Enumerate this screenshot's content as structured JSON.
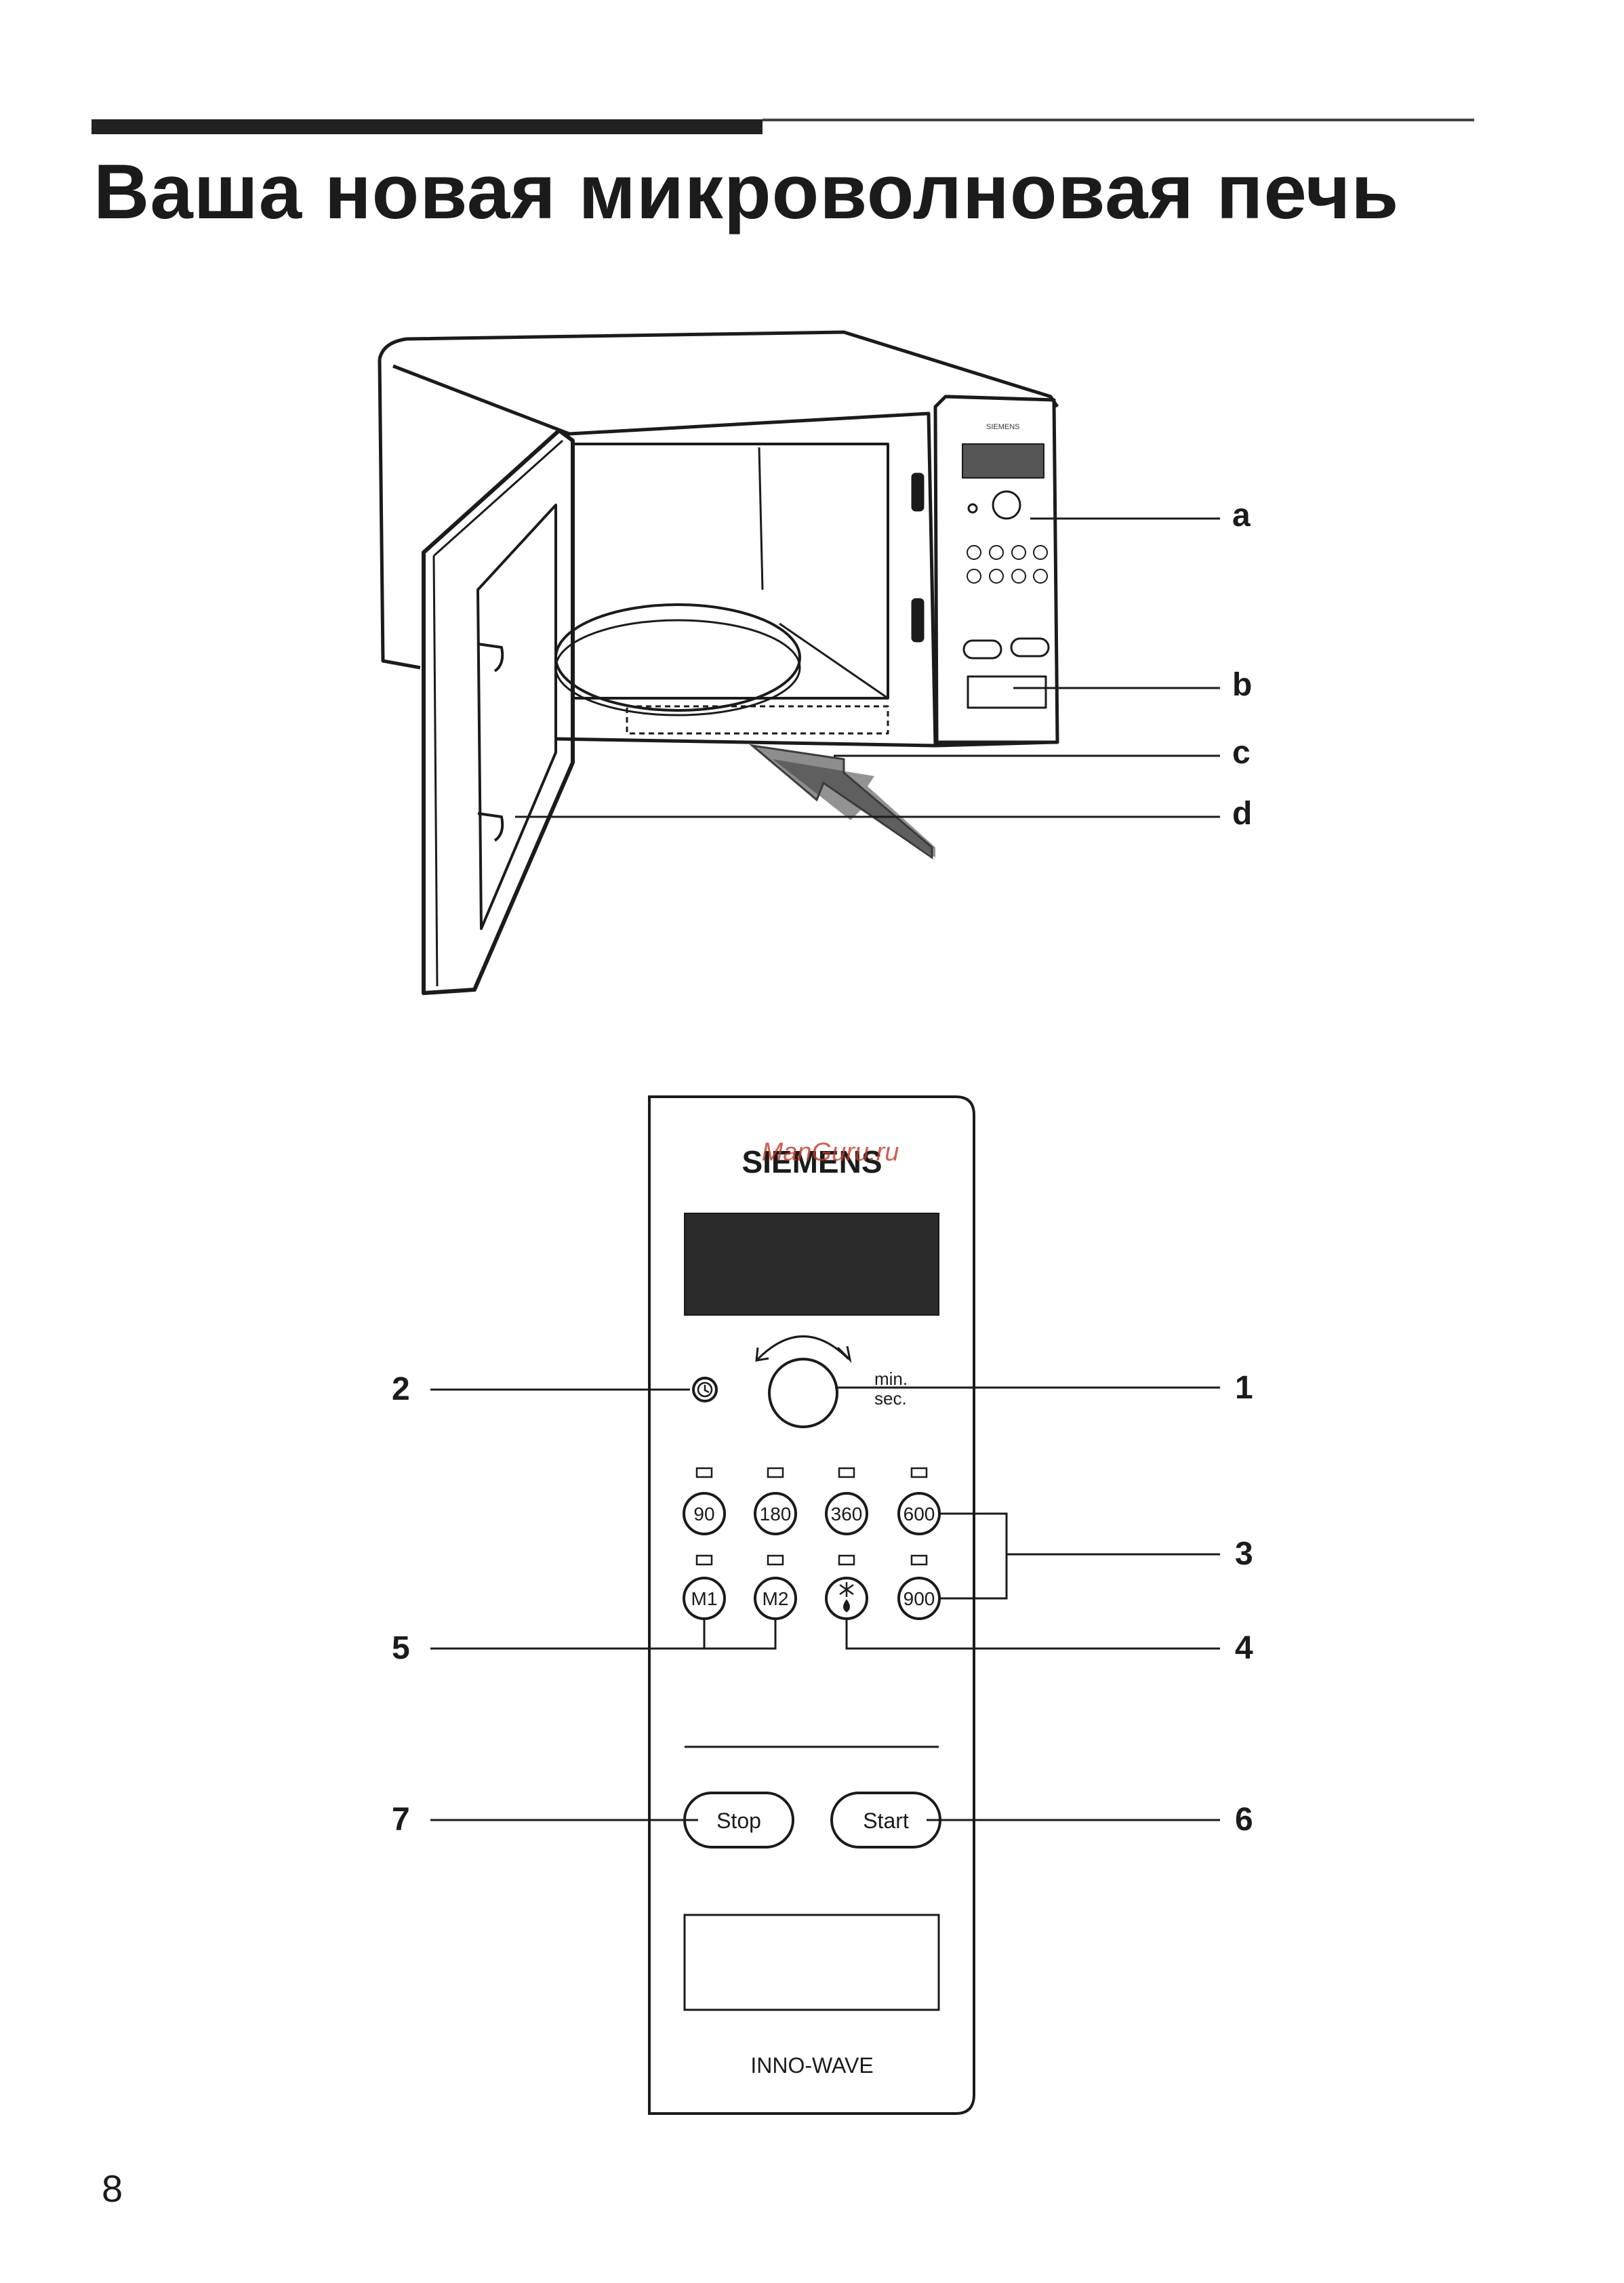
{
  "title": "Ваша новая микроволновая печь",
  "oven_callouts": [
    "a",
    "b",
    "c",
    "d"
  ],
  "panel": {
    "brand": "SIEMENS",
    "watermark": "ManGuru.ru",
    "dial_label_min": "min.",
    "dial_label_sec": "sec.",
    "power_buttons_row1": [
      "90",
      "180",
      "360",
      "600"
    ],
    "power_buttons_row2": [
      "M1",
      "M2",
      "900"
    ],
    "stop_label": "Stop",
    "start_label": "Start",
    "model_label": "INNO-WAVE"
  },
  "panel_callouts": [
    "1",
    "2",
    "3",
    "4",
    "5",
    "6",
    "7"
  ],
  "page_number": "8",
  "colors": {
    "ink": "#1b1b1b",
    "watermark": "#c0392b",
    "display": "#2a2a2a"
  },
  "icons": [
    "clock-icon",
    "defrost-icon",
    "arrow-icon"
  ]
}
